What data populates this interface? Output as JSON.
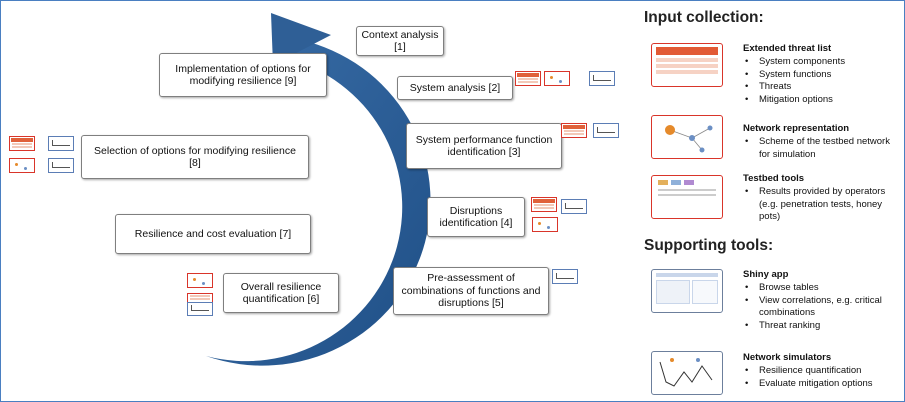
{
  "steps": [
    {
      "line1": "Context analysis",
      "line2": "[1]"
    },
    {
      "line1": "System analysis [2]"
    },
    {
      "line1": "System performance function",
      "line2": "identification [3]"
    },
    {
      "line1": "Disruptions",
      "line2": "identification [4]"
    },
    {
      "line1": "Pre-assessment of",
      "line2": "combinations of functions and",
      "line3": "disruptions [5]"
    },
    {
      "line1": "Overall resilience",
      "line2": "quantification [6]"
    },
    {
      "line1": "Resilience and cost evaluation [7]"
    },
    {
      "line1": "Selection of options for modifying resilience",
      "line2": "[8]"
    },
    {
      "line1": "Implementation of options for",
      "line2": "modifying resilience [9]"
    }
  ],
  "input_collection": {
    "heading": "Input collection:",
    "sections": [
      {
        "title": "Extended threat list",
        "items": [
          "System components",
          "System functions",
          "Threats",
          "Mitigation options"
        ]
      },
      {
        "title": "Network representation",
        "items": [
          "Scheme of the testbed network for simulation"
        ]
      },
      {
        "title": "Testbed tools",
        "items": [
          "Results provided by operators (e.g. penetration tests, honey pots)"
        ]
      }
    ]
  },
  "supporting_tools": {
    "heading": "Supporting tools:",
    "sections": [
      {
        "title": "Shiny app",
        "items": [
          "Browse tables",
          "View correlations, e.g. critical combinations",
          "Threat ranking"
        ]
      },
      {
        "title": "Network simulators",
        "items": [
          "Resilience quantification",
          "Evaluate mitigation options"
        ]
      }
    ]
  },
  "colors": {
    "arrow": "#2f5f96",
    "input_border": "#d9352a",
    "tool_border": "#5b7db5"
  }
}
